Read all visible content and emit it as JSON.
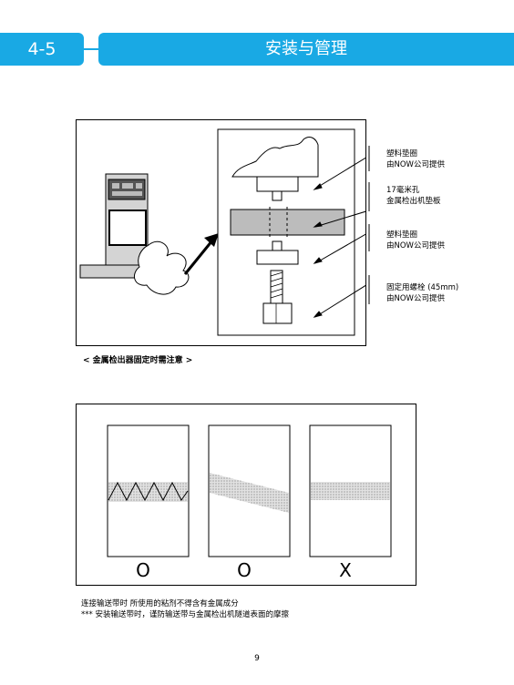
{
  "header": {
    "section": "4-5",
    "title": "安装与管理"
  },
  "figure1": {
    "labels": [
      {
        "line1": "塑料垫圈",
        "line2": "由NOW公司提供"
      },
      {
        "line1": "17毫米孔",
        "line2": "金属检出机垫板"
      },
      {
        "line1": "塑料垫圈",
        "line2": "由NOW公司提供"
      },
      {
        "line1": "固定用螺栓 (45mm)",
        "line2": "由NOW公司提供"
      }
    ],
    "caption": "< 金属检出器固定时需注意 >"
  },
  "figure2": {
    "marks": [
      "O",
      "O",
      "X"
    ]
  },
  "notes": {
    "line1": "连接输送带时 所使用的粘剂不得含有金属成分",
    "line2": "*** 安装输送带时，谨防输送带与金属检出机隧道表面的摩擦"
  },
  "page_number": "9",
  "colors": {
    "header": "#19a9e4"
  }
}
